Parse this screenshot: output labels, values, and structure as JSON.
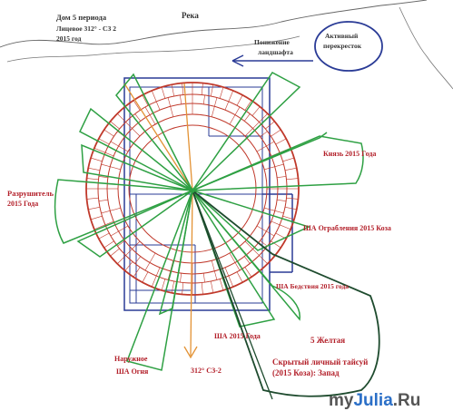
{
  "header": {
    "house_line1": "Дом 5 периода",
    "house_line2": "Лицевое 312° - СЗ 2",
    "house_line3": "2015 год",
    "river": "Река",
    "landscape_line1": "Понижение",
    "landscape_line2": "ландшафта",
    "crossroad_line1": "Активный",
    "crossroad_line2": "перекресток"
  },
  "labels": {
    "destroyer_line1": "Разрушитель",
    "destroyer_line2": "2015 Года",
    "prince": "Князь 2015 Года",
    "sha_robbery": "ША Ограбления  2015 Коза",
    "sha_disaster": "ША Бедствия 2015 года",
    "sha_year": "ША 2015 Года",
    "outer_line1": "Наружное",
    "outer_line2": "ША Огня",
    "facing": "312° СЗ-2",
    "yellow5": "5 Желтая",
    "taisui_line1": "Скрытый личный тайсуй",
    "taisui_line2": "(2015 Коза): Запад"
  },
  "watermark": {
    "prefix": "my",
    "brand": "Julia",
    "suffix": ".Ru"
  },
  "colors": {
    "compass": "#c0392b",
    "plan": "#2a3b96",
    "sector_green": "#2ea043",
    "dark_green": "#1e4b2e",
    "orange": "#e39234",
    "label_red": "#b3202a",
    "watermark_blue": "#2b6fc7",
    "watermark_gray": "#555555"
  }
}
